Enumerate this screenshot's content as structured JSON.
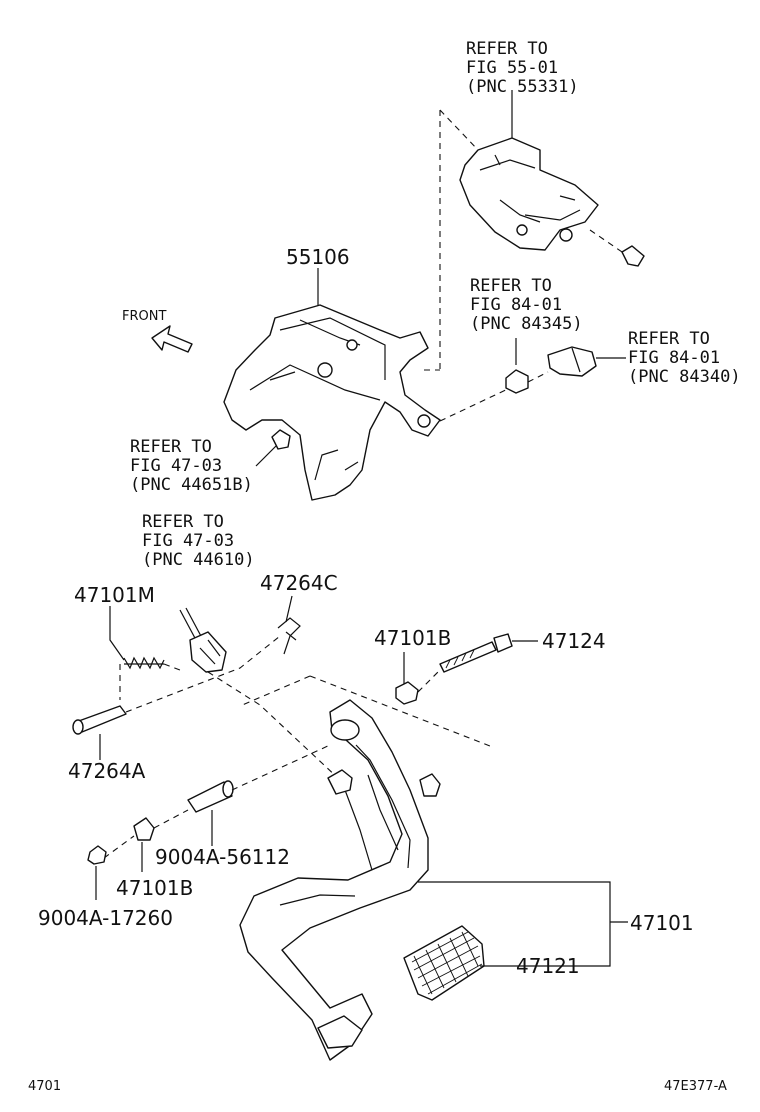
{
  "refs": {
    "fig55": [
      "REFER TO",
      "FIG 55-01",
      "(PNC 55331)"
    ],
    "fig84a": [
      "REFER TO",
      "FIG 84-01",
      "(PNC 84345)"
    ],
    "fig84b": [
      "REFER TO",
      "FIG 84-01",
      "(PNC 84340)"
    ],
    "fig47a": [
      "REFER TO",
      "FIG 47-03",
      "(PNC 44651B)"
    ],
    "fig47b": [
      "REFER TO",
      "FIG 47-03",
      "(PNC 44610)"
    ]
  },
  "parts": {
    "p55106": "55106",
    "p47101M": "47101M",
    "p47264C": "47264C",
    "p47101B_top": "47101B",
    "p47124": "47124",
    "p47264A": "47264A",
    "p9004A56112": "9004A-56112",
    "p47101B_bot": "47101B",
    "p9004A17260": "9004A-17260",
    "p47101": "47101",
    "p47121": "47121"
  },
  "front_label": "FRONT",
  "footer": {
    "left": "4701",
    "right": "47E377-A"
  }
}
